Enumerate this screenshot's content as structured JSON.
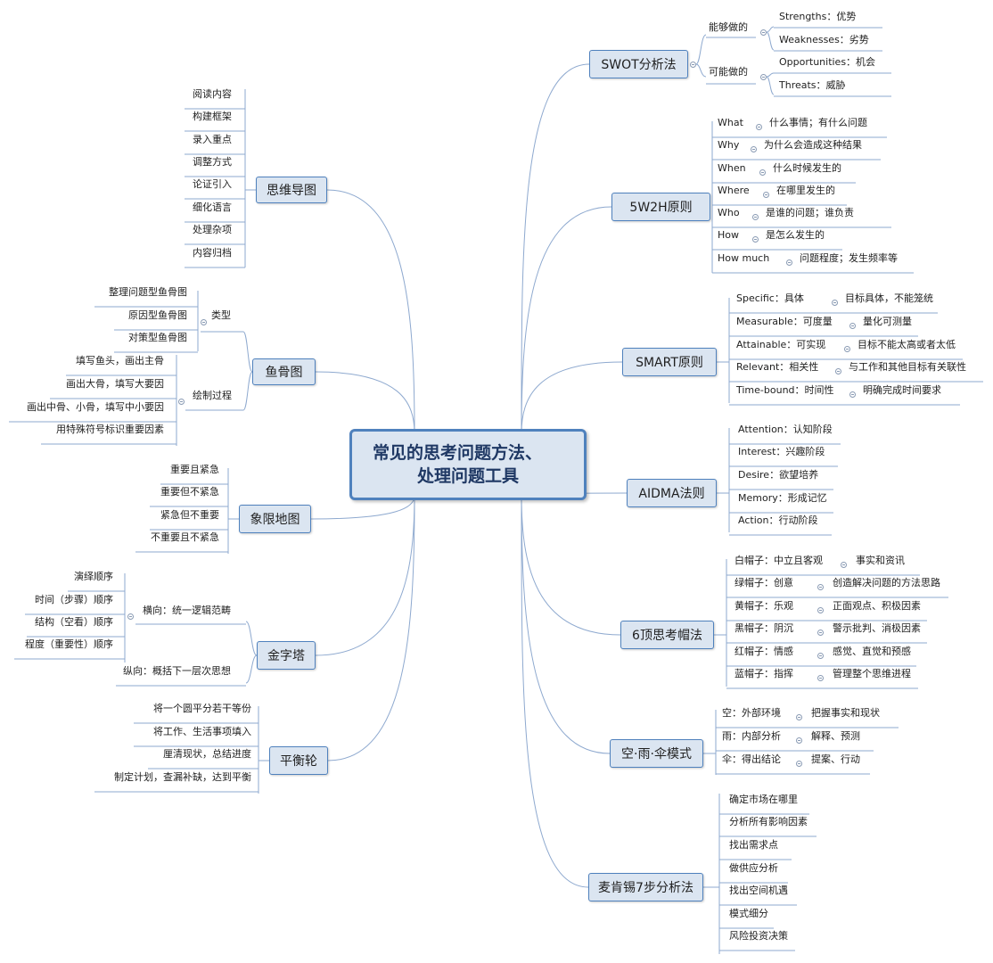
{
  "central": {
    "line1": "常见的思考问题方法、",
    "line2": "处理问题工具"
  },
  "topics": {
    "mindmap": "思维导图",
    "fishbone": "鱼骨图",
    "quadrant": "象限地图",
    "pyramid": "金字塔",
    "wheel": "平衡轮",
    "swot": "SWOT分析法",
    "w5h2": "5W2H原则",
    "smart": "SMART原则",
    "aidma": "AIDMA法则",
    "hats": "6顶思考帽法",
    "umbrella": "空·雨·伞模式",
    "mckinsey": "麦肯锡7步分析法"
  },
  "mindmap": {
    "items": [
      "阅读内容",
      "构建框架",
      "录入重点",
      "调整方式",
      "论证引入",
      "细化语言",
      "处理杂项",
      "内容归档"
    ]
  },
  "fishbone": {
    "type_label": "类型",
    "types": [
      "整理问题型鱼骨图",
      "原因型鱼骨图",
      "对策型鱼骨图"
    ],
    "process_label": "绘制过程",
    "process": [
      "填写鱼头，画出主骨",
      "画出大骨，填写大要因",
      "画出中骨、小骨，填写中小要因",
      "用特殊符号标识重要因素"
    ]
  },
  "quadrant": {
    "items": [
      "重要且紧急",
      "重要但不紧急",
      "紧急但不重要",
      "不重要且不紧急"
    ]
  },
  "pyramid": {
    "horizontal_label": "横向：统一逻辑范畴",
    "horizontal": [
      "演绎顺序",
      "时间（步骤）顺序",
      "结构（空看）顺序",
      "程度（重要性）顺序"
    ],
    "vertical_label": "纵向：概括下一层次思想"
  },
  "wheel": {
    "items": [
      "将一个圆平分若干等份",
      "将工作、生活事项填入",
      "厘清现状，总结进度",
      "制定计划，查漏补缺，达到平衡"
    ]
  },
  "swot": {
    "can_label": "能够做的",
    "can": [
      "Strengths：优势",
      "Weaknesses：劣势"
    ],
    "may_label": "可能做的",
    "may": [
      "Opportunities：机会",
      "Threats：威胁"
    ]
  },
  "w5h2": {
    "items": [
      {
        "k": "What",
        "v": "什么事情；有什么问题"
      },
      {
        "k": "Why",
        "v": "为什么会造成这种结果"
      },
      {
        "k": "When",
        "v": "什么时候发生的"
      },
      {
        "k": "Where",
        "v": "在哪里发生的"
      },
      {
        "k": "Who",
        "v": "是谁的问题；谁负责"
      },
      {
        "k": "How",
        "v": "是怎么发生的"
      },
      {
        "k": "How much",
        "v": "问题程度；发生频率等"
      }
    ]
  },
  "smart": {
    "items": [
      {
        "k": "Specific：具体",
        "v": "目标具体，不能笼统"
      },
      {
        "k": "Measurable：可度量",
        "v": "量化可测量"
      },
      {
        "k": "Attainable：可实现",
        "v": "目标不能太高或者太低"
      },
      {
        "k": "Relevant：相关性",
        "v": "与工作和其他目标有关联性"
      },
      {
        "k": "Time-bound：时间性",
        "v": "明确完成时间要求"
      }
    ]
  },
  "aidma": {
    "items": [
      "Attention：认知阶段",
      "Interest：兴趣阶段",
      "Desire：欲望培养",
      "Memory：形成记忆",
      "Action：行动阶段"
    ]
  },
  "hats": {
    "items": [
      {
        "k": "白帽子：中立且客观",
        "v": "事实和资讯"
      },
      {
        "k": "绿帽子：创意",
        "v": "创造解决问题的方法思路"
      },
      {
        "k": "黄帽子：乐观",
        "v": "正面观点、积极因素"
      },
      {
        "k": "黑帽子：阴沉",
        "v": "警示批判、消极因素"
      },
      {
        "k": "红帽子：情感",
        "v": "感觉、直觉和预感"
      },
      {
        "k": "蓝帽子：指挥",
        "v": "管理整个思维进程"
      }
    ]
  },
  "umbrella": {
    "items": [
      {
        "k": "空：外部环境",
        "v": "把握事实和现状"
      },
      {
        "k": "雨：内部分析",
        "v": "解释、预测"
      },
      {
        "k": "伞：得出结论",
        "v": "提案、行动"
      }
    ]
  },
  "mckinsey": {
    "items": [
      "确定市场在哪里",
      "分析所有影响因素",
      "找出需求点",
      "做供应分析",
      "找出空间机遇",
      "模式细分",
      "风险投资决策"
    ]
  }
}
